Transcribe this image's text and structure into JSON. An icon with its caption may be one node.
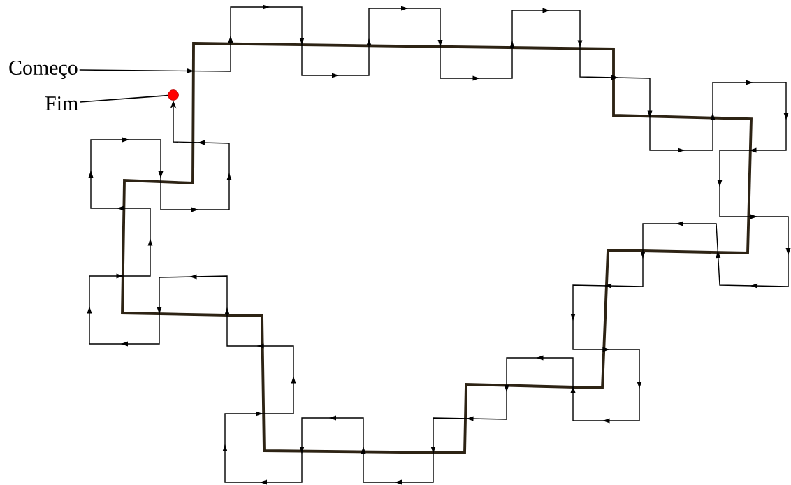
{
  "diagram": {
    "nodes": [
      {
        "text": [
          "Começo"
        ]
      },
      {
        "text": [
          "Fim"
        ]
      },
      {
        "text": [],
        "shape": "circle"
      }
    ],
    "edges": [
      {
        "from": 0,
        "to": 2,
        "arrow": "to"
      },
      {
        "from": 1,
        "to": 2,
        "arrow": "none"
      }
    ]
  }
}
